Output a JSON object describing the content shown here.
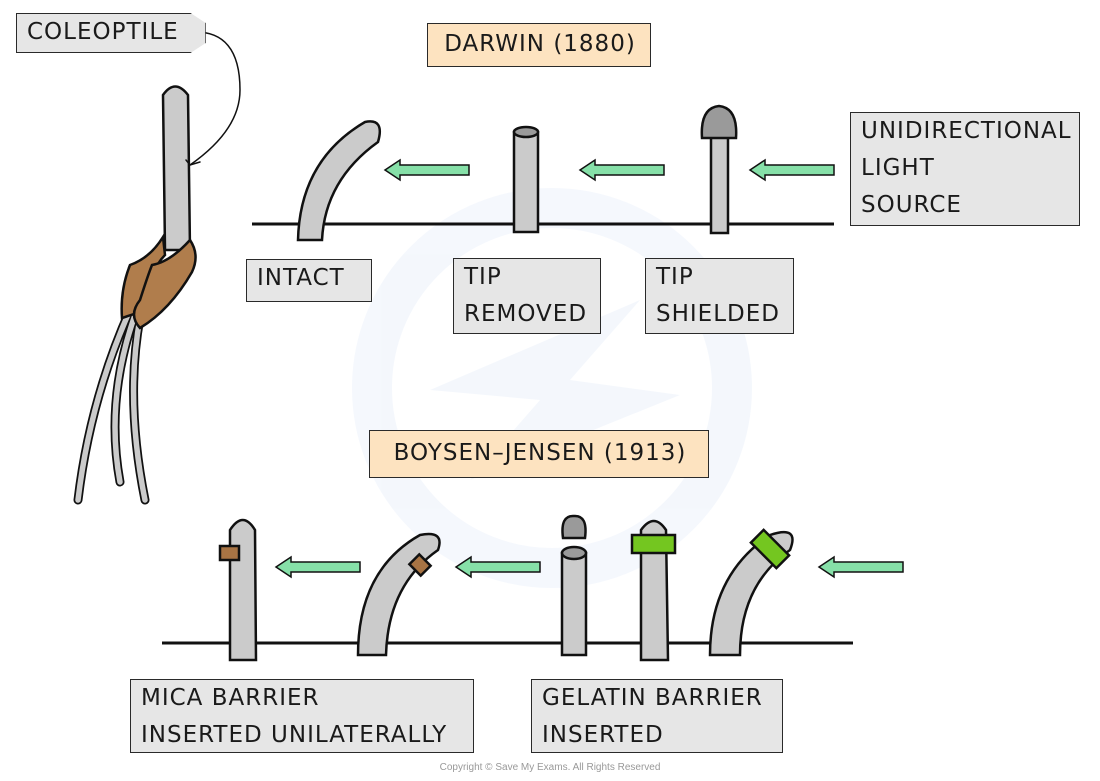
{
  "coleoptile_label": "COLEOPTILE",
  "darwin": {
    "title": "DARWIN (1880)",
    "light_source": [
      "UNIDIRECTIONAL",
      "LIGHT",
      "SOURCE"
    ],
    "labels": {
      "intact": "INTACT",
      "tip_removed": [
        "TIP",
        "REMOVED"
      ],
      "tip_shielded": [
        "TIP",
        "SHIELDED"
      ]
    }
  },
  "boysen_jensen": {
    "title": "BOYSEN–JENSEN (1913)",
    "labels": {
      "mica": [
        "MICA BARRIER",
        "INSERTED UNILATERALLY"
      ],
      "gelatin": [
        "GELATIN BARRIER",
        "INSERTED"
      ]
    }
  },
  "copyright": "Copyright © Save My Exams. All Rights Reserved",
  "colors": {
    "coleoptile": "#cbcbcb",
    "tip_cap": "#9a9a9a",
    "sheath": "#b07d4c",
    "mica": "#a87444",
    "gelatin": "#74c620",
    "arrow": "#86e0a8",
    "title_fill": "#fde3c0",
    "label_fill": "#e6e6e6"
  }
}
